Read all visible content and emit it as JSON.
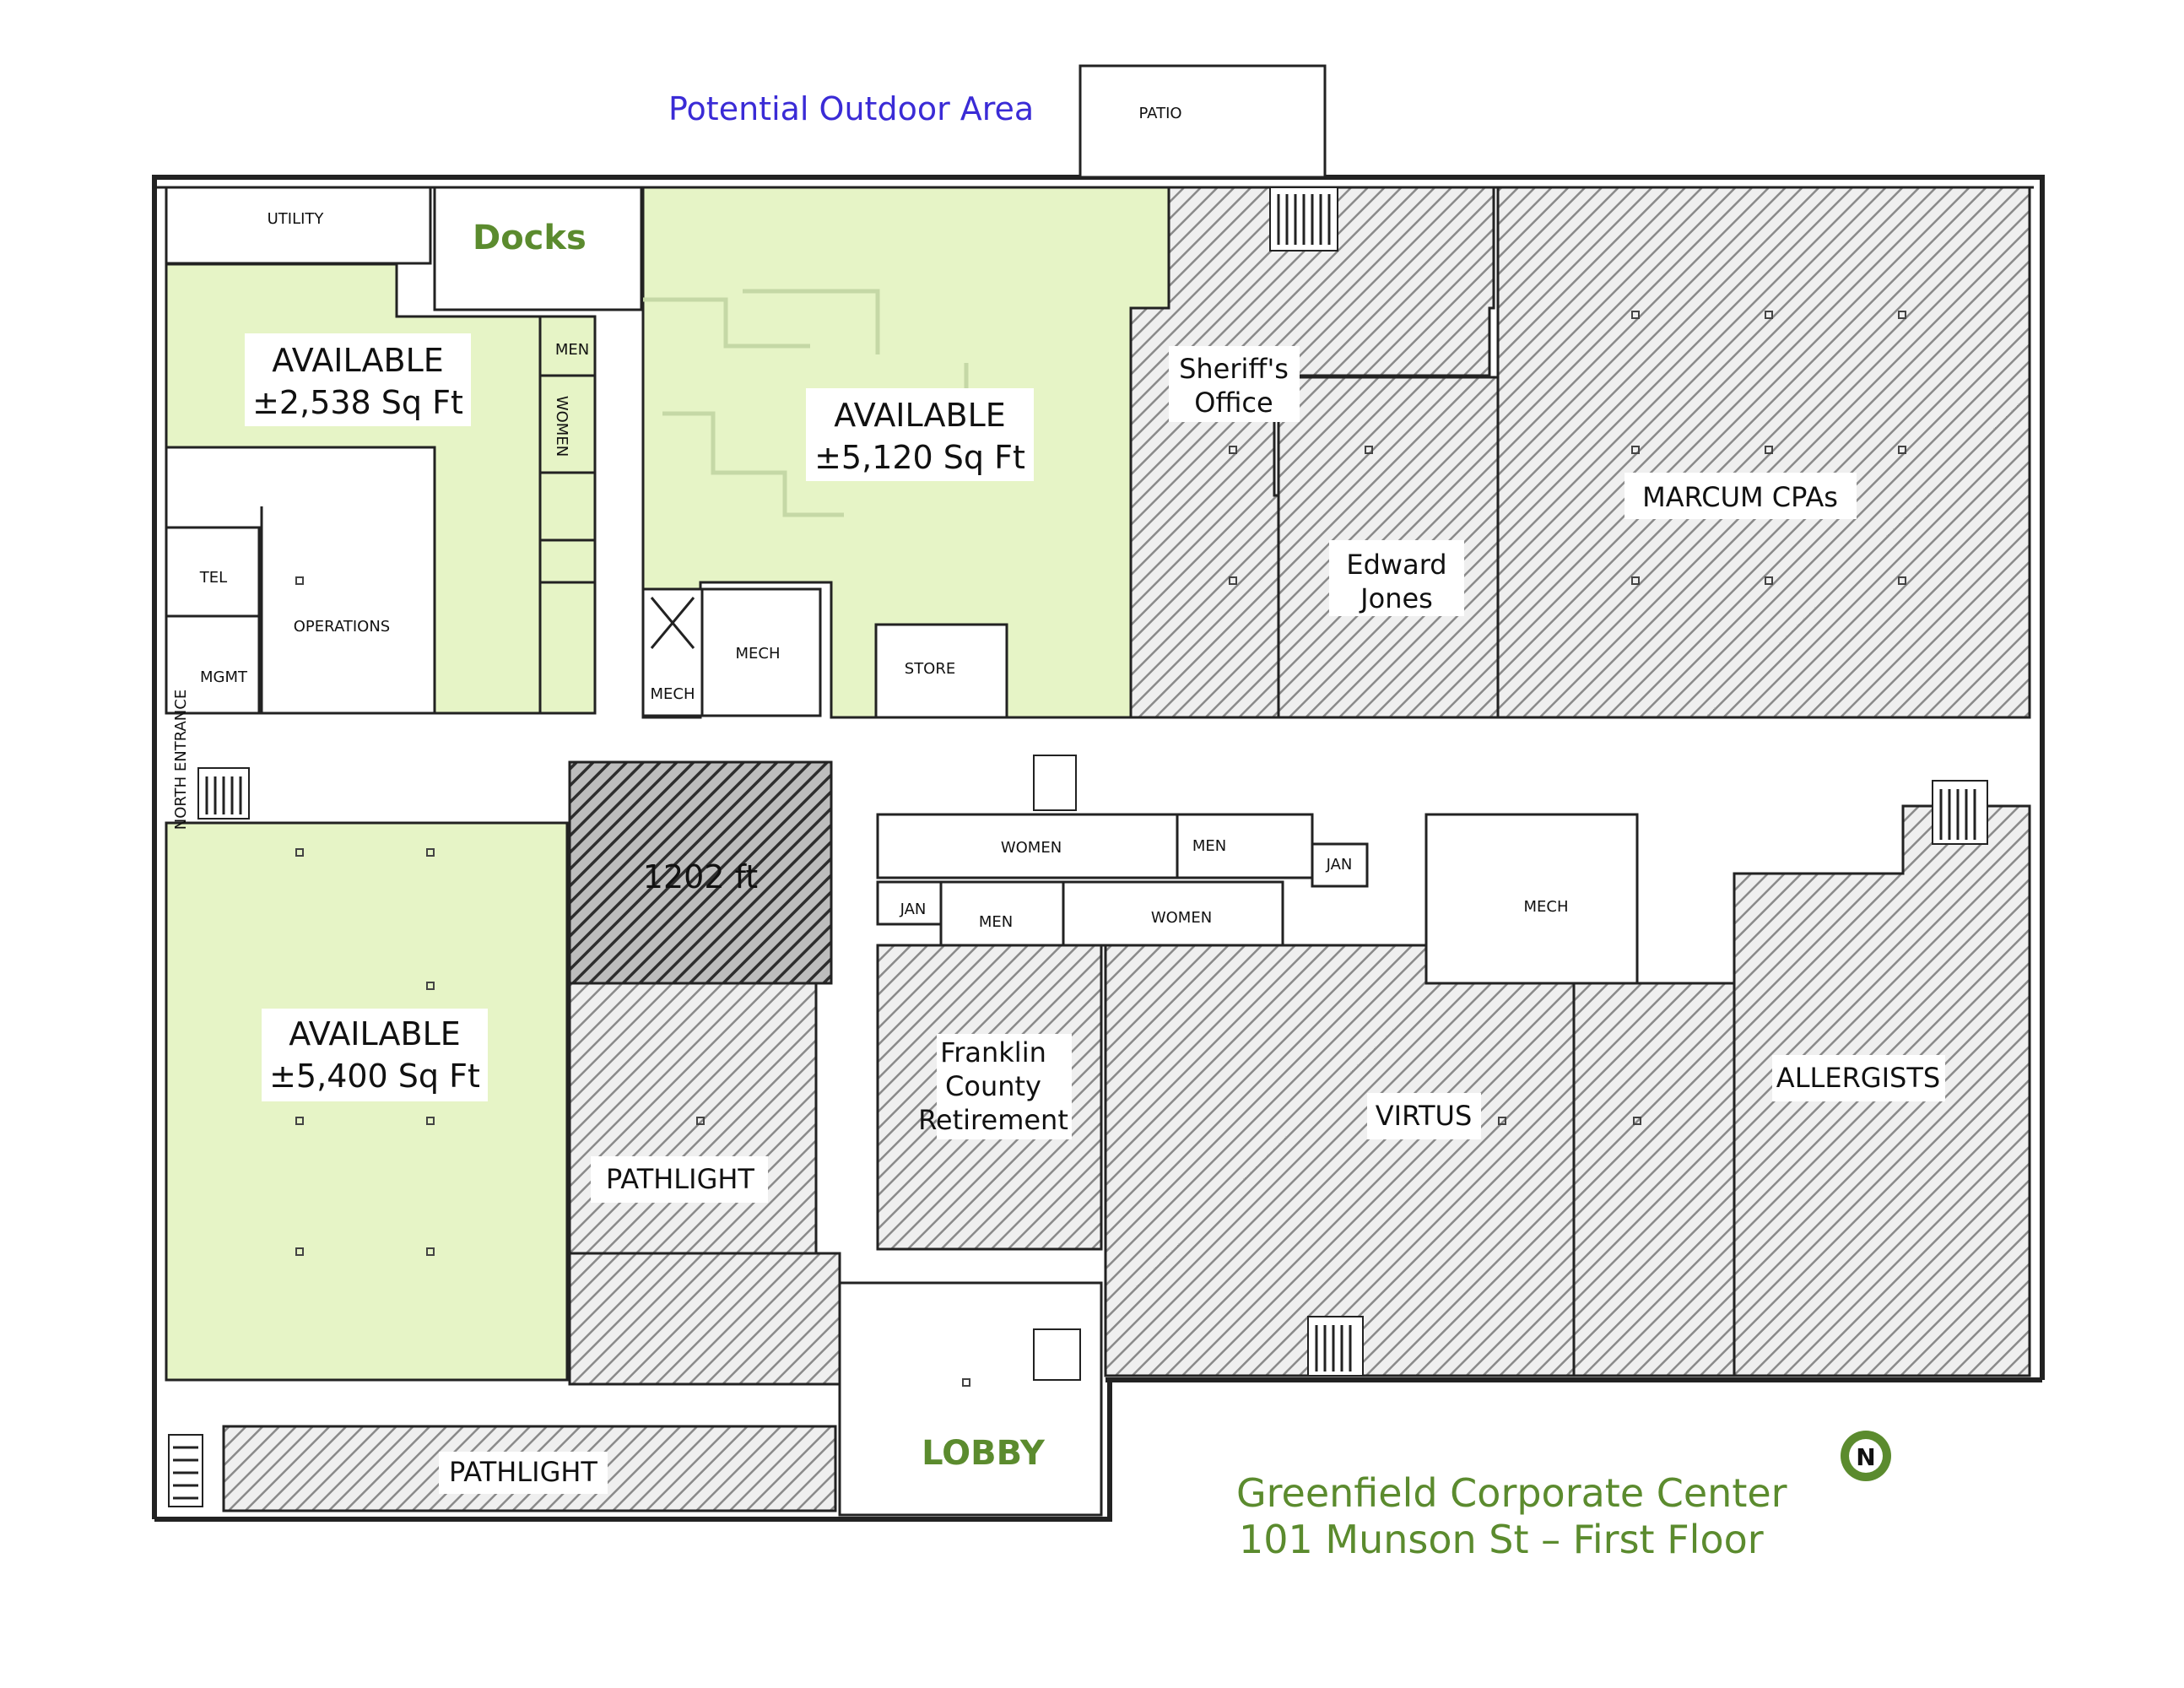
{
  "plan": {
    "outdoor_label": "Potential Outdoor Area",
    "patio": "PATIO",
    "utility": "UTILITY",
    "docks": "Docks",
    "men_1": "MEN",
    "women_1": "WOMEN",
    "available_1": "AVAILABLE",
    "available_1_area": "±2,538 Sq Ft",
    "available_2": "AVAILABLE",
    "available_2_area": "±5,120 Sq Ft",
    "available_3": "AVAILABLE",
    "available_3_area": "±5,400 Sq Ft",
    "tel": "TEL",
    "operations": "OPERATIONS",
    "mgmt": "MGMT",
    "mech_1": "MECH",
    "mech_2": "MECH",
    "store": "STORE",
    "north_entrance": "NORTH ENTRANCE",
    "sheriff_line1": "Sheriff's",
    "sheriff_line2": "Office",
    "edward_line1": "Edward",
    "edward_line2": "Jones",
    "marcum": "MARCUM  CPAs",
    "sqft_1202": "1202 ft",
    "women_2": "WOMEN",
    "men_2": "MEN",
    "jan_1": "JAN",
    "men_3": "MEN",
    "women_3": "WOMEN",
    "jan_2": "JAN",
    "mech_3": "MECH",
    "franklin_line1": "Franklin",
    "franklin_line2": "County",
    "franklin_line3": "Retirement",
    "pathlight_1": "PATHLIGHT",
    "pathlight_2": "PATHLIGHT",
    "virtus": "VIRTUS",
    "allergists": "ALLERGISTS",
    "lobby": "LOBBY",
    "title_line1": "Greenfield Corporate Center",
    "title_line2": "101 Munson St – First Floor",
    "north_icon_letter": "N"
  },
  "colors": {
    "available": "#e6f4c6",
    "leased_hatch": "#8a8a8a",
    "small_hatch": "#3b3b3b",
    "wall": "#222222",
    "green_text": "#5b8b2e",
    "blue_text": "#3a2bd6"
  }
}
